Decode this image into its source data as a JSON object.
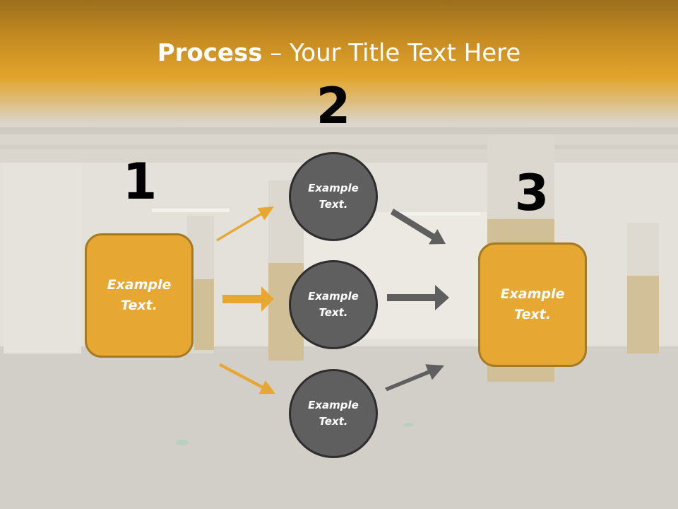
{
  "title": {
    "strong": "Process",
    "rest": " – Your Title Text Here"
  },
  "steps": [
    {
      "number": "1",
      "text": "Example\nText."
    },
    {
      "number": "2",
      "text": "Example\nText."
    },
    {
      "number": "3",
      "text": "Example\nText."
    }
  ],
  "circles": [
    {
      "text": "Example\nText."
    },
    {
      "text": "Example\nText."
    },
    {
      "text": "Example\nText."
    }
  ],
  "colors": {
    "header": "#e2a42a",
    "box_fill": "#e6a832",
    "box_border": "#a47a22",
    "circle_fill": "#5f5f5f",
    "circle_border": "#2e2e2e",
    "arrow_orange": "#e6a832",
    "arrow_gray": "#5f5f5f"
  }
}
